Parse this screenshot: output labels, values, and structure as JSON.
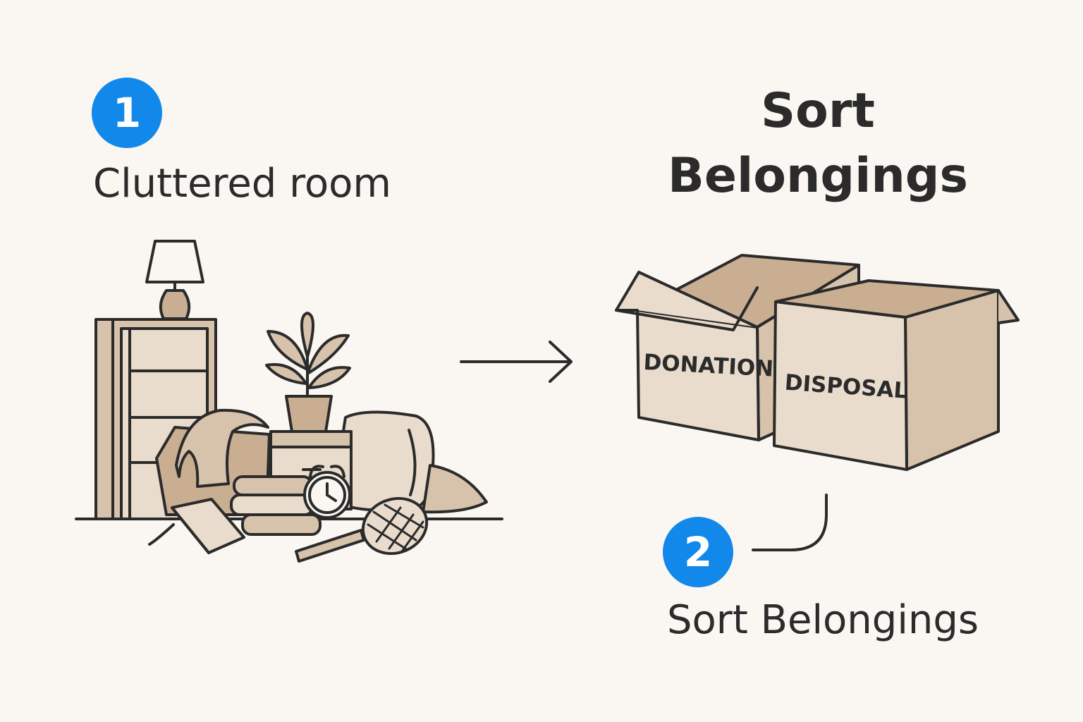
{
  "step1": {
    "number": "1",
    "label": "Cluttered room"
  },
  "step2": {
    "number": "2",
    "label": "Sort Belongings"
  },
  "title": {
    "line1": "Sort",
    "line2": "Belongings"
  },
  "boxes": {
    "left_label": "DONATION",
    "right_label": "DISPOSAL"
  },
  "colors": {
    "background": "#faf6f1",
    "badge": "#1188ea",
    "outline": "#2b2b2b",
    "tan": "#d7c2ab",
    "light_tan": "#e9dccd",
    "dark_tan": "#c9ae92"
  },
  "icons": [
    "shelf-icon",
    "lamp-icon",
    "plant-icon",
    "nightstand-icon",
    "pillow-icon",
    "clock-icon",
    "racket-icon",
    "books-icon",
    "clothes-icon",
    "arrow-icon",
    "box-icon",
    "connector-line"
  ]
}
